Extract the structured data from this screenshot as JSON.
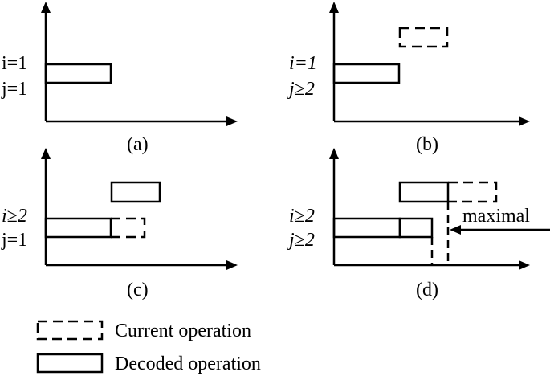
{
  "panels": {
    "a": {
      "caption": "(a)",
      "row_top": "i=1",
      "row_bottom": "j=1"
    },
    "b": {
      "caption": "(b)",
      "row_top": "i=1",
      "row_bottom": "j≥2"
    },
    "c": {
      "caption": "(c)",
      "row_top": "i≥2",
      "row_bottom": "j=1"
    },
    "d": {
      "caption": "(d)",
      "row_top": "i≥2",
      "row_bottom": "j≥2",
      "annotation": "maximal"
    }
  },
  "legend": {
    "current_label": "Current operation",
    "decoded_label": "Decoded operation"
  }
}
